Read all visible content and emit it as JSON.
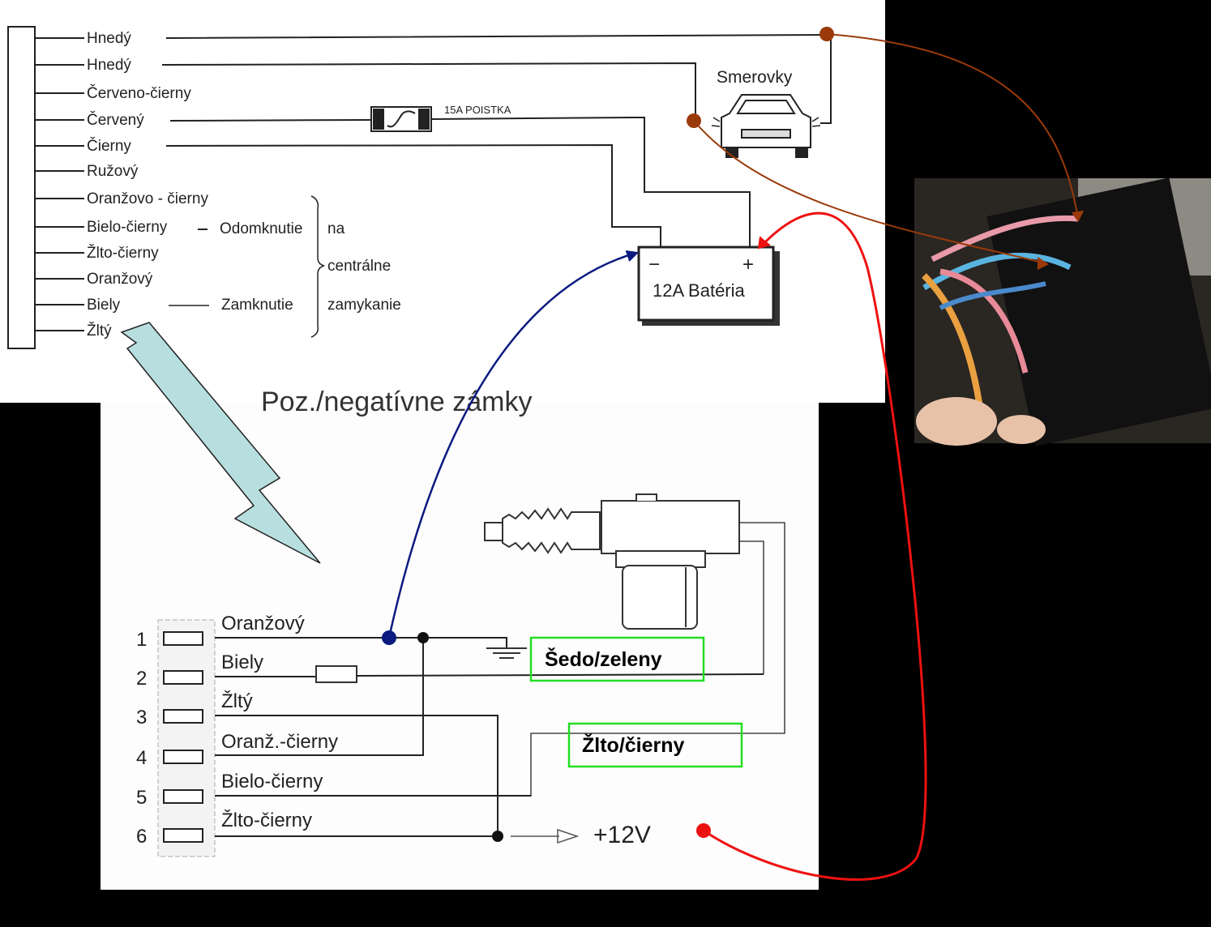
{
  "top_diagram": {
    "wires": [
      "Hnedý",
      "Hnedý",
      "Červeno-čierny",
      "Červený",
      "Čierny",
      "Ružový",
      "Oranžovo - čierny",
      "Bielo-čierny",
      "Žlto-čierny",
      "Oranžový",
      "Biely",
      "Žltý"
    ],
    "unlock_label": "Odomknutie",
    "lock_label": "Zamknutie",
    "bracket_text": [
      "na",
      "centrálne",
      "zamykanie"
    ],
    "fuse_label": "15A POISTKA",
    "turn_signals_label": "Smerovky",
    "battery": {
      "label": "12A Batéria",
      "minus": "−",
      "plus": "+"
    }
  },
  "bottom_diagram": {
    "title": "Poz./negatívne zámky",
    "pins": [
      {
        "num": "1",
        "wire": "Oranžový"
      },
      {
        "num": "2",
        "wire": "Biely"
      },
      {
        "num": "3",
        "wire": "Žltý"
      },
      {
        "num": "4",
        "wire": "Oranž.-čierny"
      },
      {
        "num": "5",
        "wire": "Bielo-čierny"
      },
      {
        "num": "6",
        "wire": "Žlto-čierny"
      }
    ],
    "supply_label": "+12V",
    "annotations": [
      "Šedo/zeleny",
      "Žlto/čierny"
    ]
  },
  "colors": {
    "brown_link": "#9a3a0a",
    "blue_link": "#0a1a80",
    "red_link": "#ee1111",
    "annotation_box": "#22dd22",
    "arrow_fill": "#b8dfe0"
  }
}
